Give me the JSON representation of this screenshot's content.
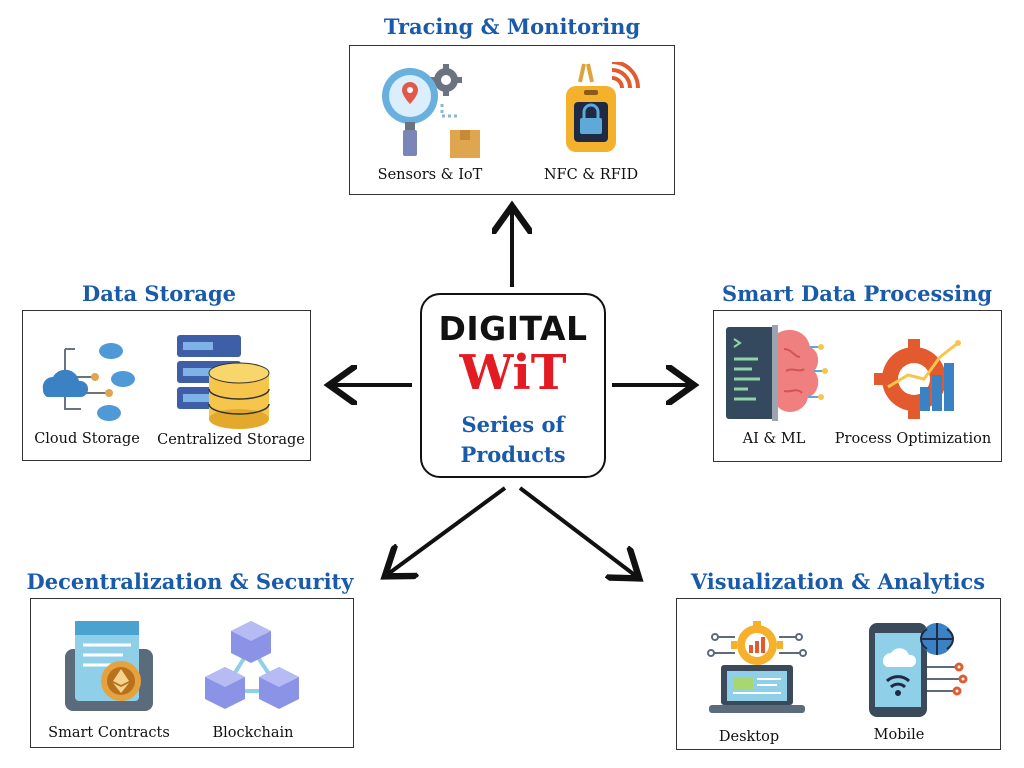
{
  "center": {
    "line1": "DIGITAL",
    "line2": "WiT",
    "line3a": "Series of",
    "line3b": "Products"
  },
  "sections": {
    "tracing": {
      "title": "Tracing & Monitoring",
      "items": [
        "Sensors & IoT",
        "NFC & RFID"
      ]
    },
    "storage": {
      "title": "Data Storage",
      "items": [
        "Cloud Storage",
        "Centralized Storage"
      ]
    },
    "processing": {
      "title": "Smart Data Processing",
      "items": [
        "AI & ML",
        "Process Optimization"
      ]
    },
    "decentral": {
      "title": "Decentralization & Security",
      "items": [
        "Smart Contracts",
        "Blockchain"
      ]
    },
    "visual": {
      "title": "Visualization & Analytics",
      "items": [
        "Desktop",
        "Mobile"
      ]
    }
  },
  "icons": {
    "sensors": "magnifier-location-gear-box-icon",
    "nfc": "nfc-tag-lock-icon",
    "cloud": "cloud-network-icon",
    "centralized": "server-database-icon",
    "ai": "brain-code-icon",
    "optimization": "gear-chart-icon",
    "contracts": "document-coin-icon",
    "blockchain": "connected-cubes-icon",
    "desktop": "laptop-gear-icon",
    "mobile": "phone-cloud-globe-icon"
  },
  "colors": {
    "title_blue": "#1a5aab",
    "wit_red": "#e31b23",
    "arrow": "#111111"
  }
}
